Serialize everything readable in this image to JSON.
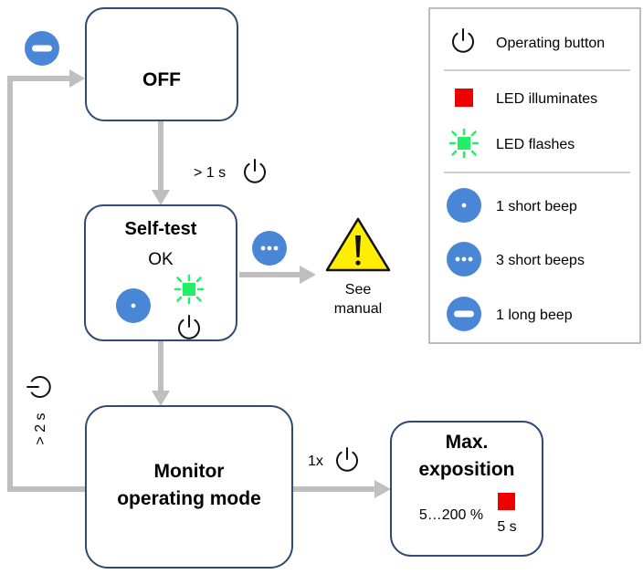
{
  "states": {
    "off": {
      "title": "OFF"
    },
    "self_test": {
      "title": "Self-test",
      "status": "OK"
    },
    "monitor": {
      "title_line1": "Monitor",
      "title_line2": "operating mode"
    },
    "max_exposition": {
      "title_line1": "Max.",
      "title_line2": "exposition",
      "range": "5…200 %",
      "duration": "5 s"
    }
  },
  "transitions": {
    "off_to_self_test": "> 1 s",
    "monitor_to_off": "> 2 s",
    "monitor_to_max": "1x"
  },
  "warning": {
    "line1": "See",
    "line2": "manual"
  },
  "legend": {
    "operating_button": "Operating button",
    "led_illuminates": "LED illuminates",
    "led_flashes": "LED flashes",
    "one_short_beep": "1 short beep",
    "three_short_beeps": "3 short beeps",
    "one_long_beep": "1 long beep"
  },
  "colors": {
    "beep_blue": "#4a86d6",
    "led_red": "#ee0000",
    "led_green": "#22ee66",
    "warning_yellow": "#ffee00",
    "box_border": "#2f4a73",
    "arrow_gray": "#bfbfbf"
  },
  "icons": [
    "power-icon",
    "beep-short-icon",
    "beep-triple-icon",
    "beep-long-icon",
    "led-solid-icon",
    "led-flash-icon",
    "warning-icon"
  ]
}
